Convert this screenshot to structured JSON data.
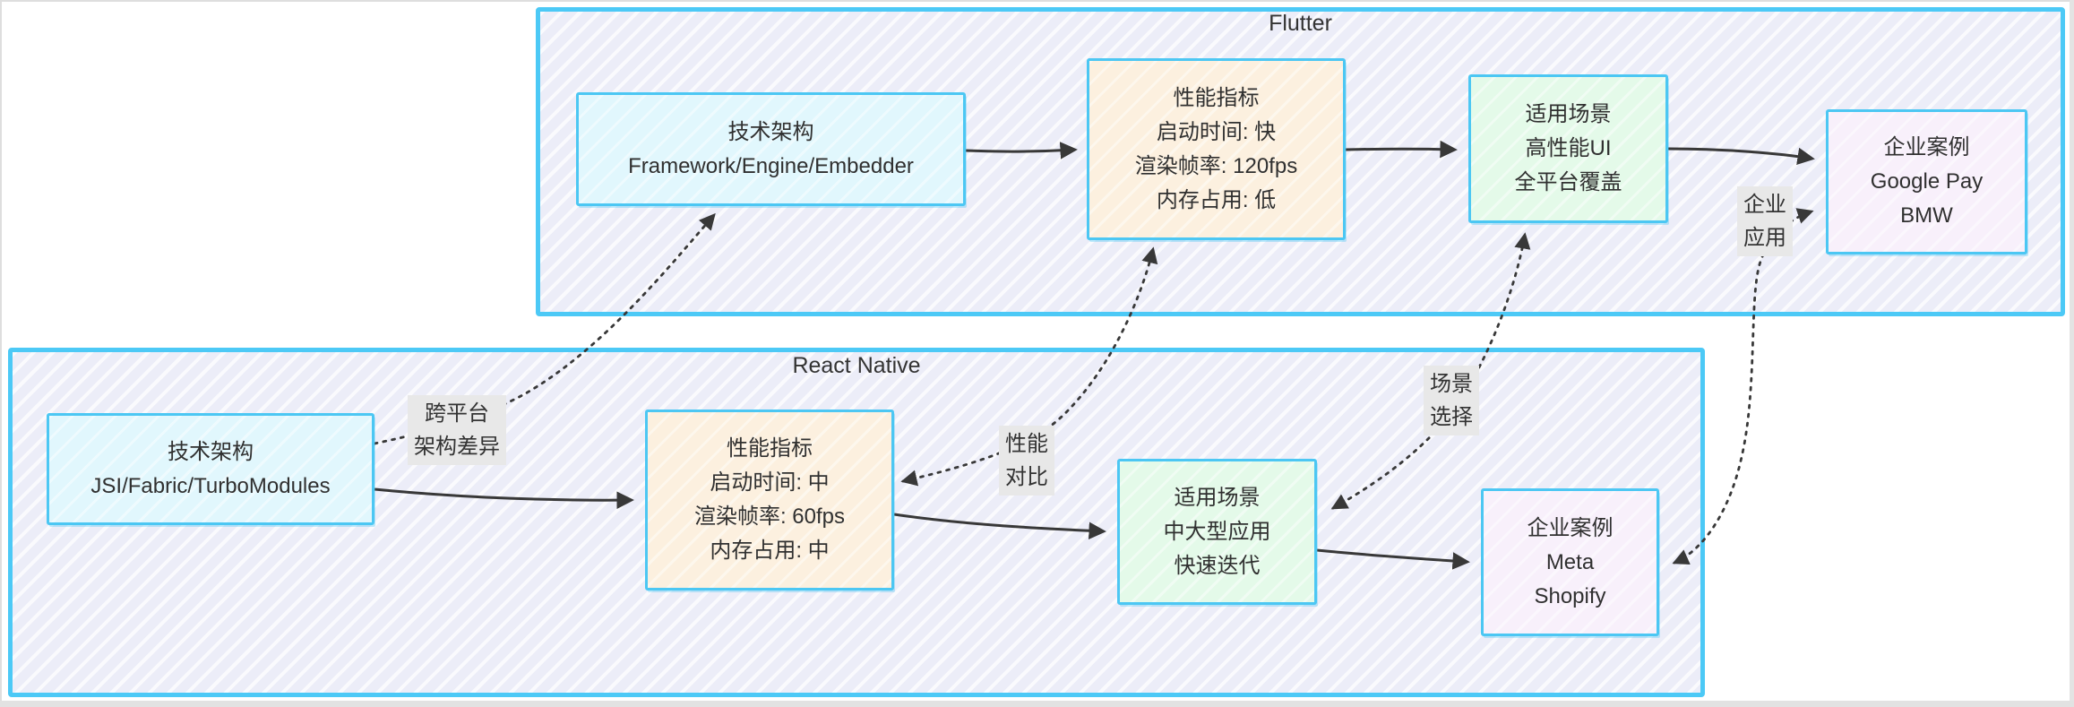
{
  "subgraphs": {
    "flutter": {
      "title": "Flutter"
    },
    "react_native": {
      "title": "React Native"
    }
  },
  "nodes": {
    "flutter_arch": {
      "title": "技术架构",
      "lines": [
        "Framework/Engine/Embedder"
      ]
    },
    "flutter_perf": {
      "title": "性能指标",
      "lines": [
        "启动时间: 快",
        "渲染帧率: 120fps",
        "内存占用: 低"
      ]
    },
    "flutter_scene": {
      "title": "适用场景",
      "lines": [
        "高性能UI",
        "全平台覆盖"
      ]
    },
    "flutter_case": {
      "title": "企业案例",
      "lines": [
        "Google Pay",
        "BMW"
      ]
    },
    "rn_arch": {
      "title": "技术架构",
      "lines": [
        "JSI/Fabric/TurboModules"
      ]
    },
    "rn_perf": {
      "title": "性能指标",
      "lines": [
        "启动时间: 中",
        "渲染帧率: 60fps",
        "内存占用: 中"
      ]
    },
    "rn_scene": {
      "title": "适用场景",
      "lines": [
        "中大型应用",
        "快速迭代"
      ]
    },
    "rn_case": {
      "title": "企业案例",
      "lines": [
        "Meta",
        "Shopify"
      ]
    }
  },
  "edge_labels": {
    "cross_platform": {
      "lines": [
        "跨平台",
        "架构差异"
      ]
    },
    "perf_compare": {
      "lines": [
        "性能",
        "对比"
      ]
    },
    "scene_select": {
      "lines": [
        "场景",
        "选择"
      ]
    },
    "enterprise_app": {
      "lines": [
        "企业",
        "应用"
      ]
    }
  },
  "colors": {
    "accent_border": "#4cc7f3",
    "container_fill": "#ecedf8",
    "node_fill_arch": "#e1f7fd",
    "node_fill_perf": "#fcf0df",
    "node_fill_scene": "#e4fae9",
    "node_fill_case": "#f8f0fb",
    "edge_stroke": "#383838",
    "edge_label_bg": "#e8e8e8",
    "text": "#333333"
  }
}
